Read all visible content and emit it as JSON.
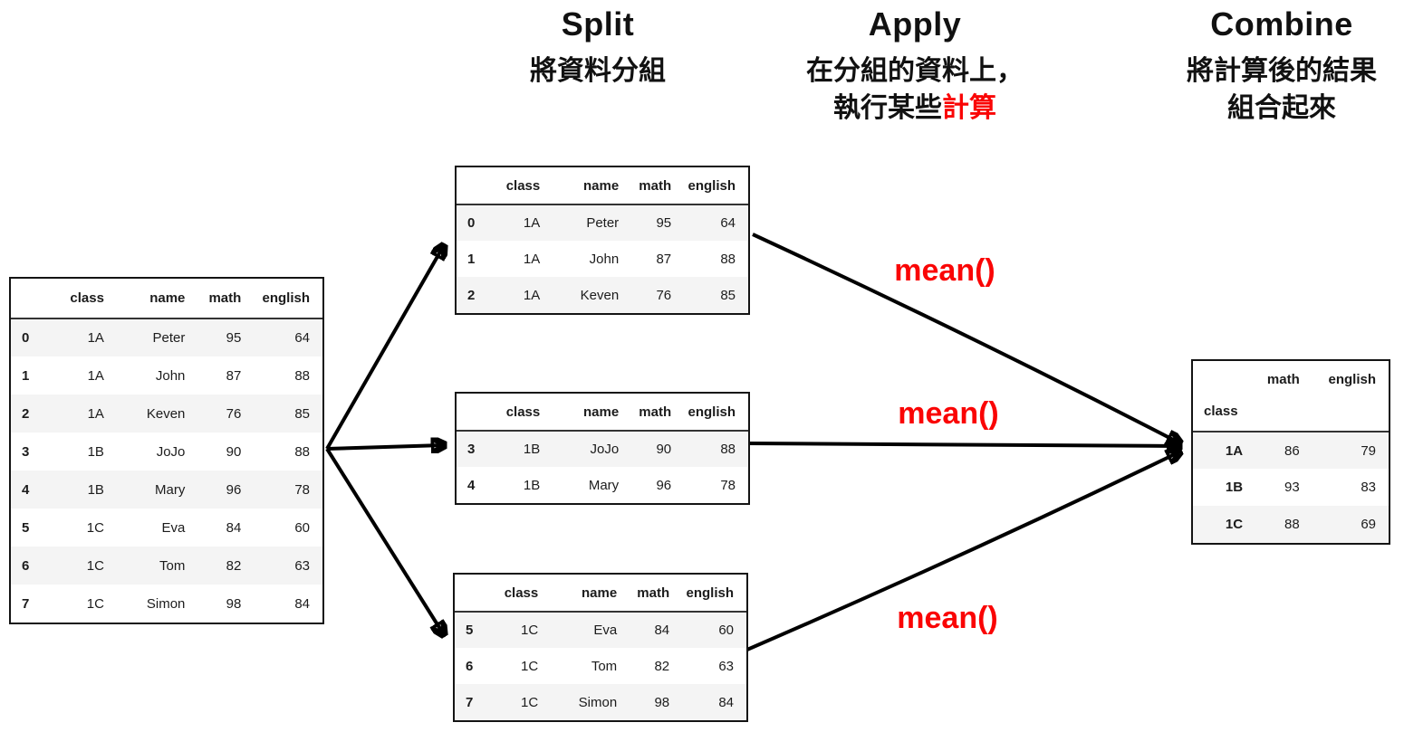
{
  "phases": {
    "split": {
      "title": "Split",
      "subtitle": "將資料分組"
    },
    "apply": {
      "title": "Apply",
      "subtitle_line1": "在分組的資料上，",
      "subtitle_line2_prefix": "執行某些",
      "subtitle_line2_highlight": "計算"
    },
    "combine": {
      "title": "Combine",
      "subtitle_line1": "將計算後的結果",
      "subtitle_line2": "組合起來"
    }
  },
  "labels": {
    "mean_top": "mean()",
    "mean_middle": "mean()",
    "mean_bottom": "mean()"
  },
  "colors": {
    "highlight_red": "#fa0505",
    "stripe_gray": "#f4f4f4",
    "table_border": "#141414",
    "arrow_black": "#000000"
  },
  "tables": {
    "source": {
      "columns": [
        "",
        "class",
        "name",
        "math",
        "english"
      ],
      "rows": [
        [
          "0",
          "1A",
          "Peter",
          "95",
          "64"
        ],
        [
          "1",
          "1A",
          "John",
          "87",
          "88"
        ],
        [
          "2",
          "1A",
          "Keven",
          "76",
          "85"
        ],
        [
          "3",
          "1B",
          "JoJo",
          "90",
          "88"
        ],
        [
          "4",
          "1B",
          "Mary",
          "96",
          "78"
        ],
        [
          "5",
          "1C",
          "Eva",
          "84",
          "60"
        ],
        [
          "6",
          "1C",
          "Tom",
          "82",
          "63"
        ],
        [
          "7",
          "1C",
          "Simon",
          "98",
          "84"
        ]
      ]
    },
    "group_1a": {
      "columns": [
        "",
        "class",
        "name",
        "math",
        "english"
      ],
      "rows": [
        [
          "0",
          "1A",
          "Peter",
          "95",
          "64"
        ],
        [
          "1",
          "1A",
          "John",
          "87",
          "88"
        ],
        [
          "2",
          "1A",
          "Keven",
          "76",
          "85"
        ]
      ]
    },
    "group_1b": {
      "columns": [
        "",
        "class",
        "name",
        "math",
        "english"
      ],
      "rows": [
        [
          "3",
          "1B",
          "JoJo",
          "90",
          "88"
        ],
        [
          "4",
          "1B",
          "Mary",
          "96",
          "78"
        ]
      ]
    },
    "group_1c": {
      "columns": [
        "",
        "class",
        "name",
        "math",
        "english"
      ],
      "rows": [
        [
          "5",
          "1C",
          "Eva",
          "84",
          "60"
        ],
        [
          "6",
          "1C",
          "Tom",
          "82",
          "63"
        ],
        [
          "7",
          "1C",
          "Simon",
          "98",
          "84"
        ]
      ]
    },
    "combined": {
      "columns": [
        "",
        "math",
        "english"
      ],
      "index_label": "class",
      "rows": [
        [
          "1A",
          "86",
          "79"
        ],
        [
          "1B",
          "93",
          "83"
        ],
        [
          "1C",
          "88",
          "69"
        ]
      ]
    }
  }
}
